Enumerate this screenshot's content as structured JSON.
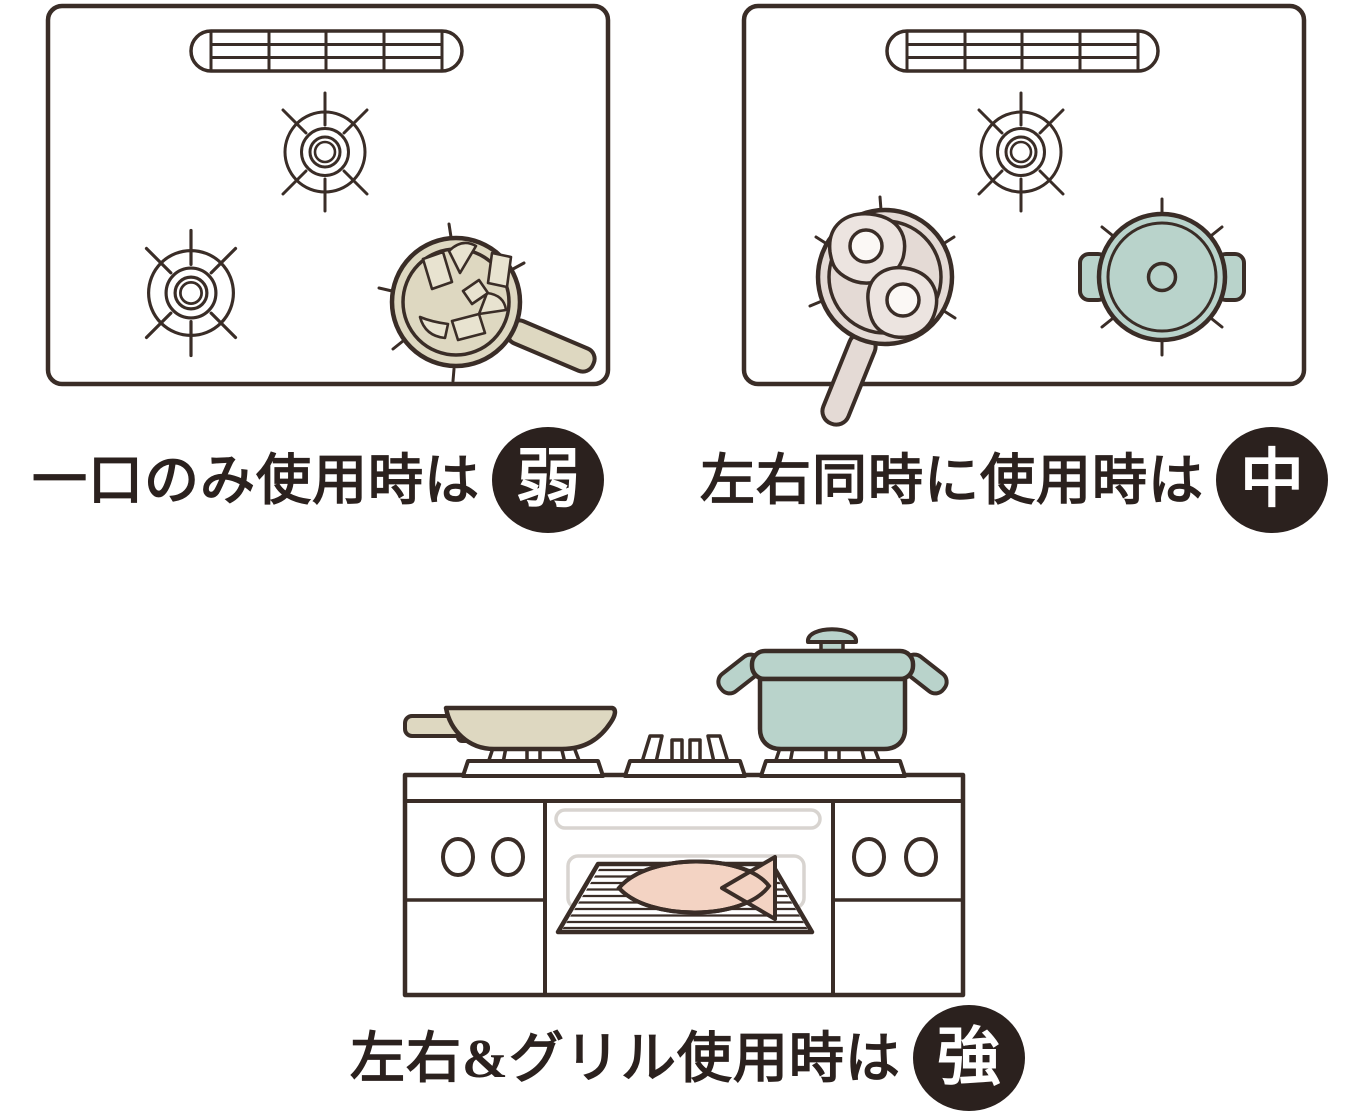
{
  "colors": {
    "background": "#ffffff",
    "outline": "#3a2d27",
    "beige": "#ded8c1",
    "beige_light": "#e8e3d0",
    "pink_grey": "#e4dad5",
    "egg_white": "#ece4e0",
    "egg_yolk": "#fbf8f5",
    "teal": "#b9d3cb",
    "fish_pink": "#f3d3c3",
    "door_grey": "#d8d4d0",
    "badge_bg": "#2b211e",
    "badge_text": "#ffffff",
    "text": "#2b211e"
  },
  "figures": [
    {
      "illustration": "stovetop-top-view-single-pan",
      "caption": "一口のみ使用時は",
      "badge": "弱"
    },
    {
      "illustration": "stovetop-top-view-pan-and-pot",
      "caption": "左右同時に使用時は",
      "badge": "中"
    },
    {
      "illustration": "stove-front-view-with-grill",
      "caption": "左右&グリル使用時は",
      "badge": "強"
    }
  ]
}
